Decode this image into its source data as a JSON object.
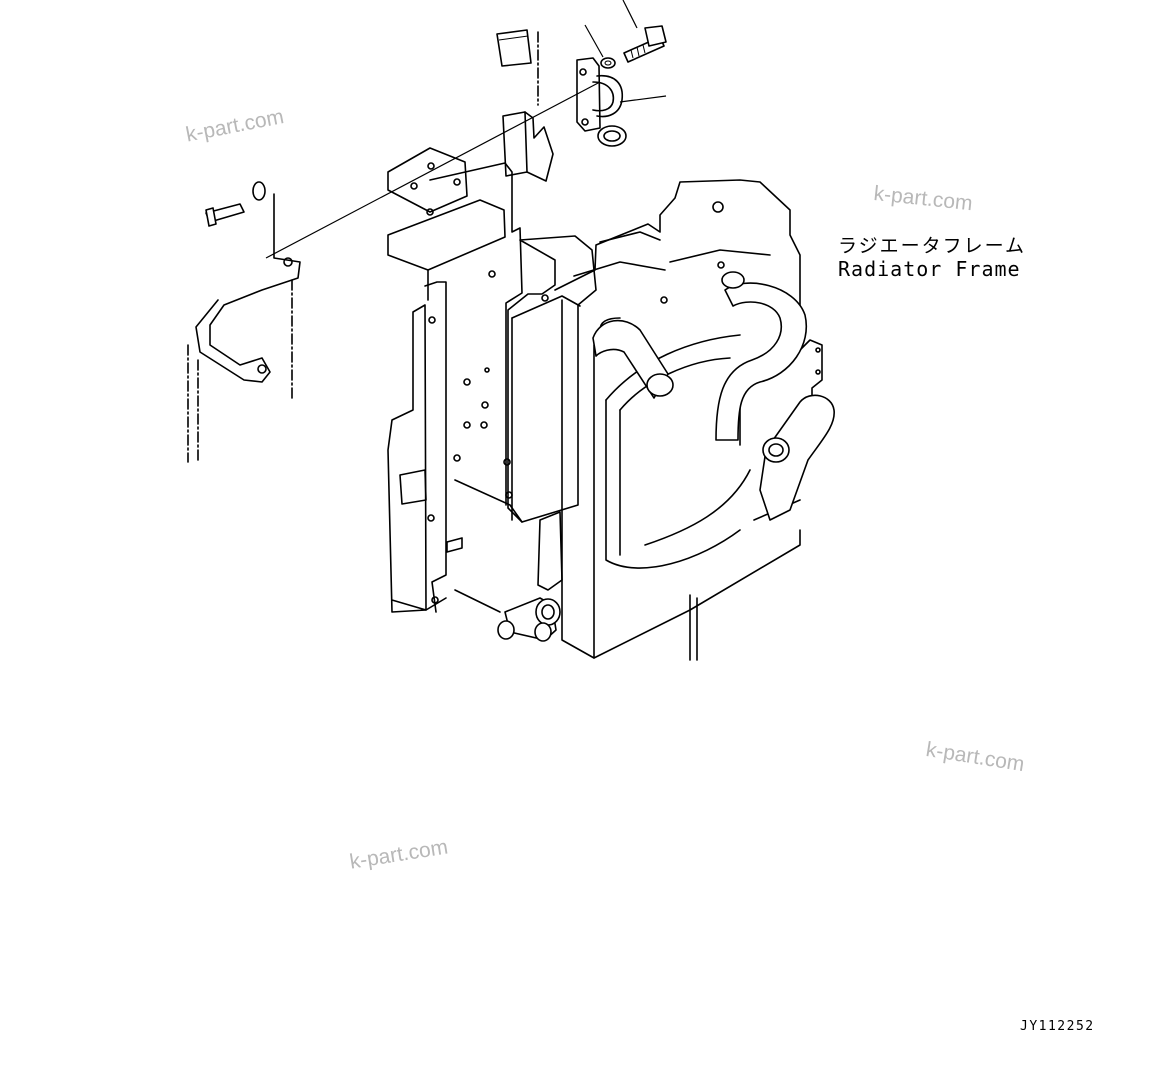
{
  "diagram": {
    "part_label_jp": "ラジエータフレーム",
    "part_label_en": "Radiator Frame",
    "drawing_code": "JY112252",
    "watermarks": [
      "k-part.com",
      "k-part.com",
      "k-part.com",
      "k-part.com"
    ]
  }
}
